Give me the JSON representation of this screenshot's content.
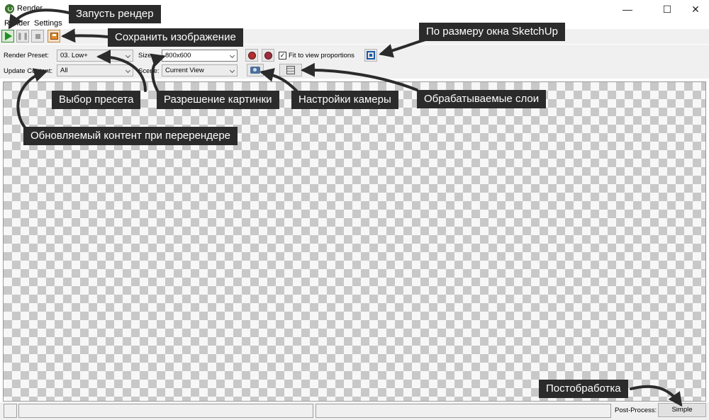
{
  "window": {
    "title": "Render...",
    "min_glyph": "—",
    "max_glyph": "☐",
    "close_glyph": "✕"
  },
  "menu": [
    "Render",
    "Settings"
  ],
  "options": {
    "render_preset_label": "Render Preset:",
    "render_preset_value": "03. Low+",
    "size_label": "Size:",
    "size_value": "800x600",
    "fit_checked": "✓",
    "fit_label": "Fit to view proportions",
    "update_content_label": "Update Content:",
    "update_content_value": "All",
    "scene_label": "Scene:",
    "scene_value": "Current View"
  },
  "status": {
    "post_process_label": "Post-Process:",
    "post_process_value": "Simple"
  },
  "callouts": {
    "start_render": "Запусть рендер",
    "save_image": "Сохранить изображение",
    "fit_sketchup": "По размеру окна SketchUp",
    "preset_select": "Выбор пресета",
    "resolution": "Разрешение картинки",
    "camera_settings": "Настройки камеры",
    "layers": "Обрабатываемые слои",
    "update_content": "Обновляемый контент при перерендере",
    "post_process": "Постобработка"
  },
  "icons": [
    "app-icon",
    "play-icon",
    "pause-icon",
    "stop-icon",
    "save-image-icon",
    "zoom-in-lens-icon",
    "zoom-out-lens-icon",
    "fit-window-icon",
    "camera-icon",
    "layers-icon"
  ],
  "colors": {
    "callout_bg": "#2b2b2b",
    "play_green": "#1f8f1f",
    "canvas_checker_dark": "#c8c8c8",
    "canvas_checker_light": "#f7f7f7"
  }
}
